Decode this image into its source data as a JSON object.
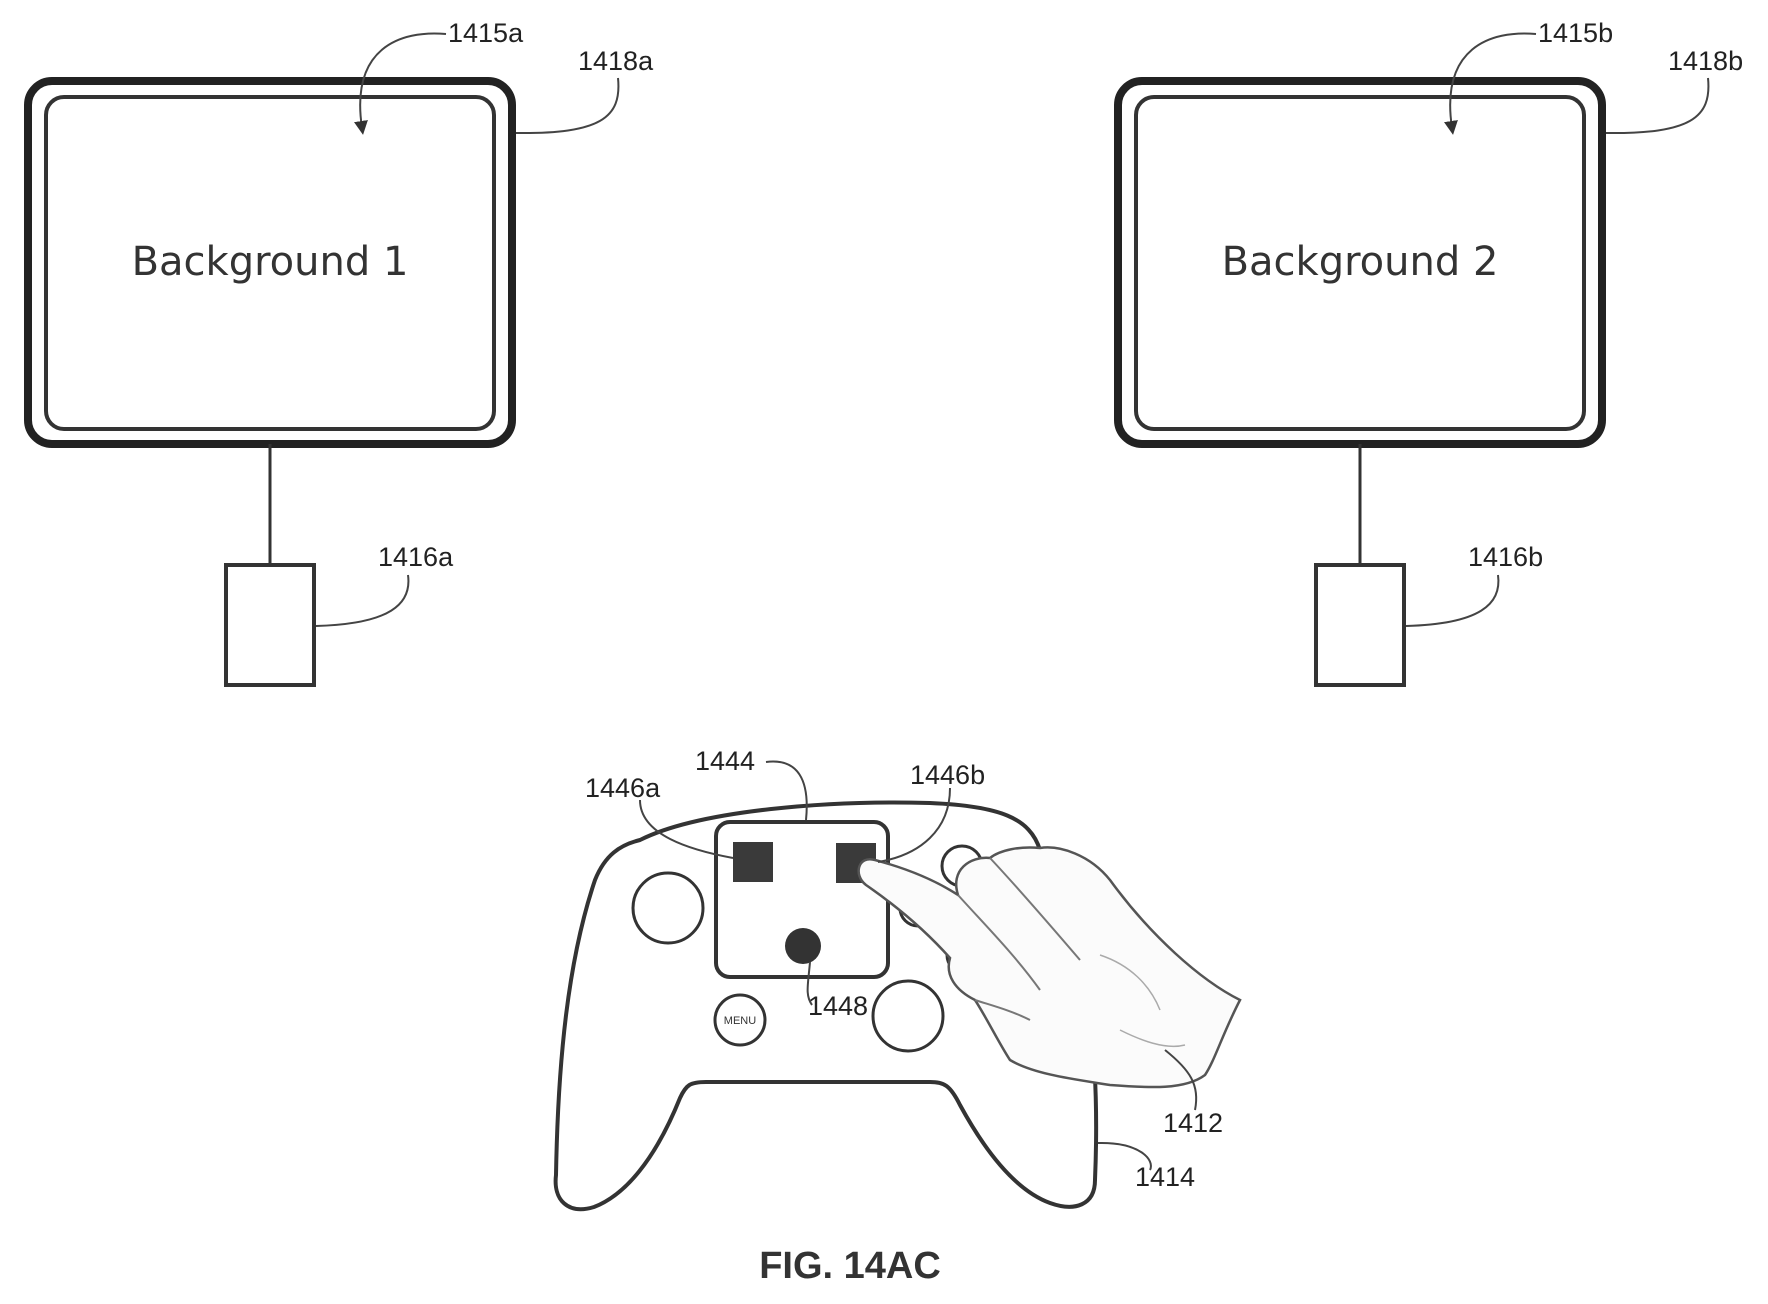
{
  "displays": [
    {
      "screen_text": "Background 1",
      "label_screen": "1415a",
      "label_frame": "1418a",
      "label_device": "1416a"
    },
    {
      "screen_text": "Background 2",
      "label_screen": "1415b",
      "label_frame": "1418b",
      "label_device": "1416b"
    }
  ],
  "controller": {
    "label_touchpad": "1444",
    "label_left_square": "1446a",
    "label_right_square": "1446b",
    "label_circle": "1448",
    "label_hand": "1412",
    "label_body": "1414",
    "menu_text": "MENU"
  },
  "caption": "FIG. 14AC"
}
